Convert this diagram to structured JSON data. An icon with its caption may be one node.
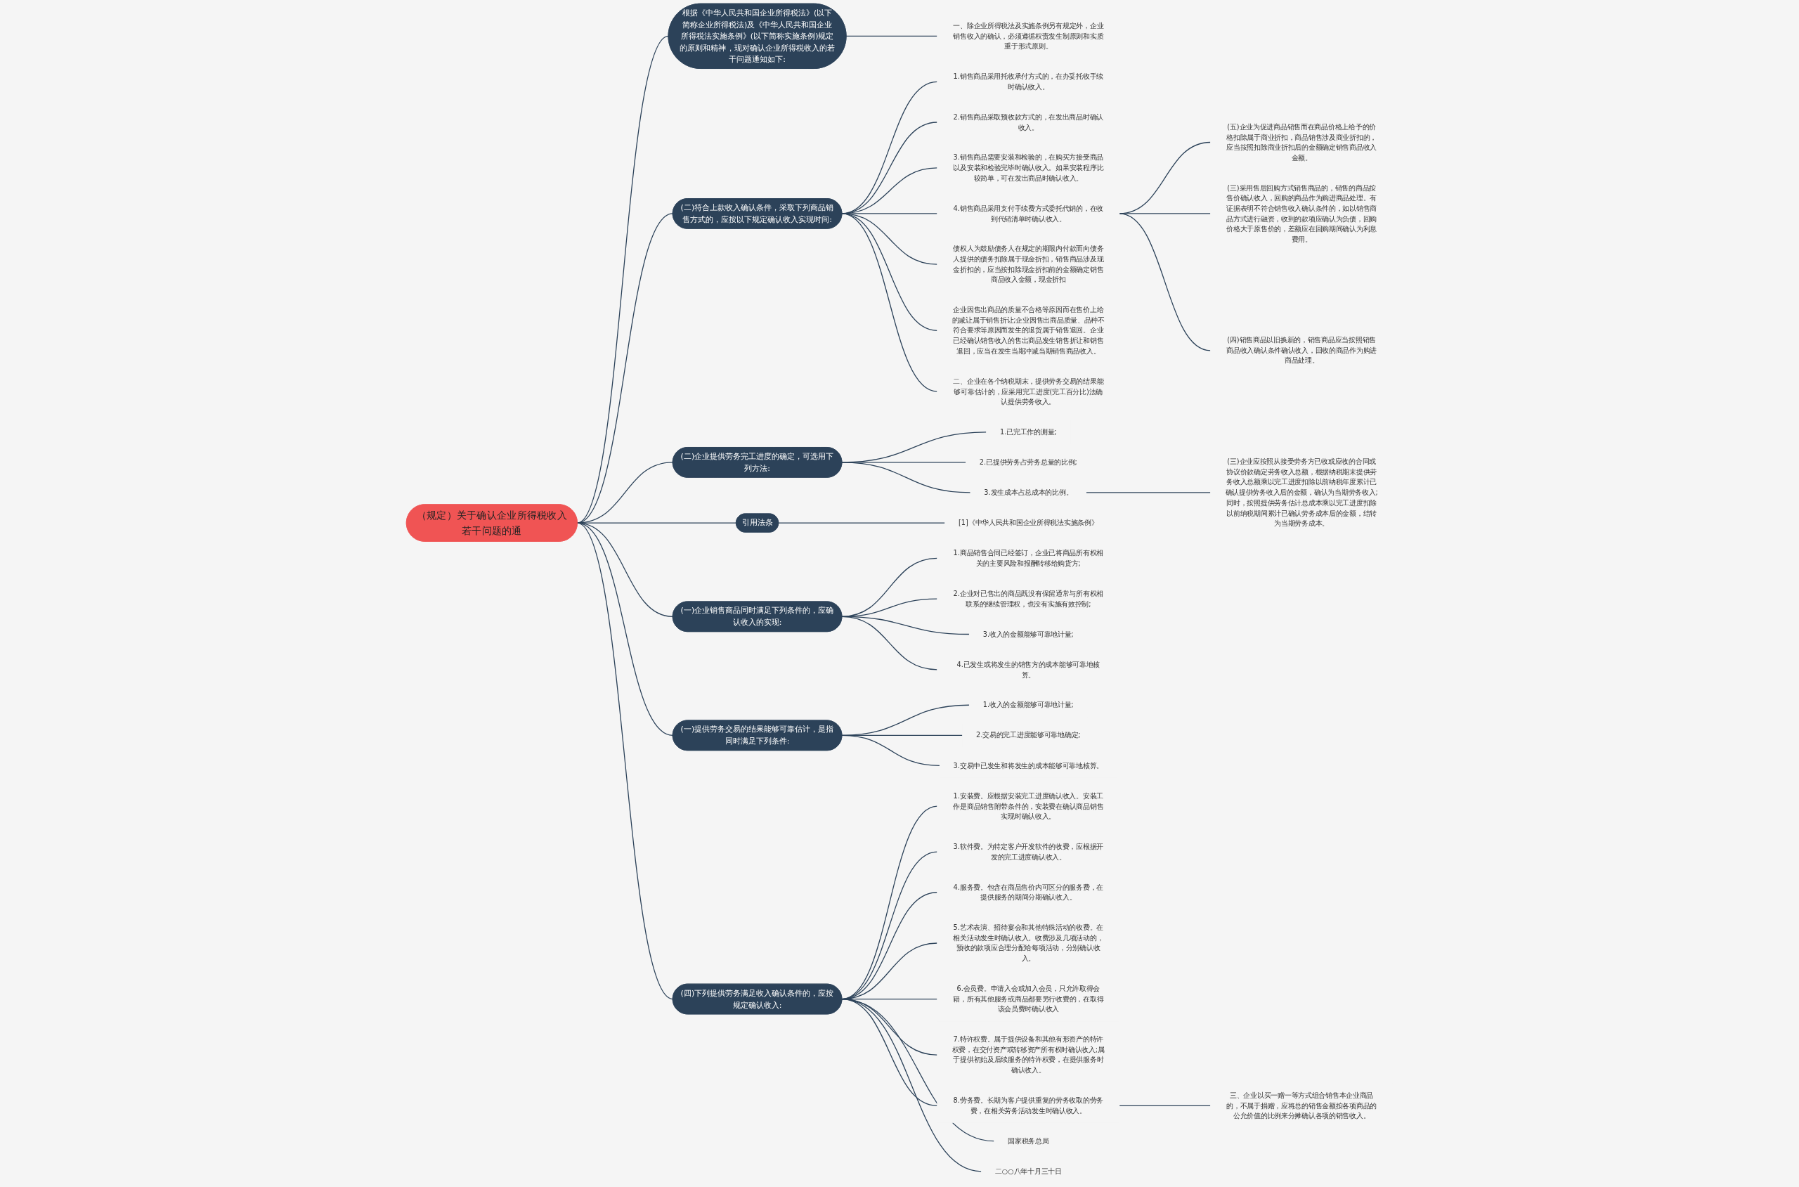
{
  "diagram": {
    "nodes": [
      {
        "text": [
          "（规定）关于确认企业所得税收入若干问题的通"
        ]
      },
      {
        "text": [
          "根据《中华人民共和国企业所得税法》(以下简称企业所得税法)及《中华人民共和国企业所得税法实施条例》(以下简称实施条例)规定的原则和精神，现对确认企业所得税收入的若干问题通知如下:"
        ]
      },
      {
        "text": [
          "一、除企业所得税法及实施条例另有规定外，企业销售收入的确认，必须遵循权责发生制原则和实质重于形式原则。"
        ]
      },
      {
        "text": [
          "(二)符合上款收入确认条件，采取下列商品销售方式的，应按以下规定确认收入实现时间:"
        ]
      },
      {
        "text": [
          "1.销售商品采用托收承付方式的，在办妥托收手续时确认收入。"
        ]
      },
      {
        "text": [
          "2.销售商品采取预收款方式的，在发出商品时确认收入。"
        ]
      },
      {
        "text": [
          "3.销售商品需要安装和检验的，在购买方接受商品以及安装和检验完毕时确认收入。如果安装程序比较简单，可在发出商品时确认收入。"
        ]
      },
      {
        "text": [
          "4.销售商品采用支付手续费方式委托代销的，在收到代销清单时确认收入。"
        ]
      },
      {
        "text": [
          "(五)企业为促进商品销售而在商品价格上给予的价格扣除属于商业折扣，商品销售涉及商业折扣的，应当按照扣除商业折扣后的金额确定销售商品收入金额。"
        ]
      },
      {
        "text": [
          "(三)采用售后回购方式销售商品的，销售的商品按售价确认收入，回购的商品作为购进商品处理。有证据表明不符合销售收入确认条件的，如以销售商品方式进行融资，收到的款项应确认为负债，回购价格大于原售价的，差额应在回购期间确认为利息费用。"
        ]
      },
      {
        "text": [
          "(四)销售商品以旧换新的，销售商品应当按照销售商品收入确认条件确认收入，回收的商品作为购进商品处理。"
        ]
      },
      {
        "text": [
          "债权人为鼓励债务人在规定的期限内付款而向债务人提供的债务扣除属于现金折扣，销售商品涉及现金折扣的，应当按扣除现金折扣前的金额确定销售商品收入金额，现金折扣"
        ]
      },
      {
        "text": [
          "企业因售出商品的质量不合格等原因而在售价上给的减让属于销售折让;企业因售出商品质量、品种不符合要求等原因而发生的退货属于销售退回。企业已经确认销售收入的售出商品发生销售折让和销售退回，应当在发生当期冲减当期销售商品收入。"
        ]
      },
      {
        "text": [
          "二、企业在各个纳税期末，提供劳务交易的结果能够可靠估计的，应采用完工进度(完工百分比)法确认提供劳务收入。"
        ]
      },
      {
        "text": [
          "(二)企业提供劳务完工进度的确定，可选用下列方法:"
        ]
      },
      {
        "text": [
          "1.已完工作的测量;"
        ]
      },
      {
        "text": [
          "2.已提供劳务占劳务总量的比例;"
        ]
      },
      {
        "text": [
          "3.发生成本占总成本的比例。"
        ]
      },
      {
        "text": [
          "(三)企业应按照从接受劳务方已收或应收的合同或协议价款确定劳务收入总额，根据纳税期末提供劳务收入总额乘以完工进度扣除以前纳税年度累计已确认提供劳务收入后的金额，确认为当期劳务收入;同时，按照提供劳务估计总成本乘以完工进度扣除以前纳税期间累计已确认劳务成本后的金额，结转为当期劳务成本。"
        ]
      },
      {
        "text": [
          "引用法条"
        ]
      },
      {
        "text": [
          "[1]《中华人民共和国企业所得税法实施条例》"
        ]
      },
      {
        "text": [
          "(一)企业销售商品同时满足下列条件的，应确认收入的实现:"
        ]
      },
      {
        "text": [
          "1.商品销售合同已经签订，企业已将商品所有权相关的主要风险和报酬转移给购货方;"
        ]
      },
      {
        "text": [
          "2.企业对已售出的商品既没有保留通常与所有权相联系的继续管理权，也没有实施有效控制;"
        ]
      },
      {
        "text": [
          "3.收入的金额能够可靠地计量;"
        ]
      },
      {
        "text": [
          "4.已发生或将发生的销售方的成本能够可靠地核算。"
        ]
      },
      {
        "text": [
          "(一)提供劳务交易的结果能够可靠估计，是指同时满足下列条件:"
        ]
      },
      {
        "text": [
          "1.收入的金额能够可靠地计量;"
        ]
      },
      {
        "text": [
          "2.交易的完工进度能够可靠地确定;"
        ]
      },
      {
        "text": [
          "3.交易中已发生和将发生的成本能够可靠地核算。"
        ]
      },
      {
        "text": [
          "(四)下列提供劳务满足收入确认条件的，应按规定确认收入:"
        ]
      },
      {
        "text": [
          "1.安装费。应根据安装完工进度确认收入。安装工作是商品销售附带条件的，安装费在确认商品销售实现时确认收入。"
        ]
      },
      {
        "text": [
          "3.软件费。为特定客户开发软件的收费，应根据开发的完工进度确认收入。"
        ]
      },
      {
        "text": [
          "4.服务费。包含在商品售价内可区分的服务费，在提供服务的期间分期确认收入。"
        ]
      },
      {
        "text": [
          "5.艺术表演、招待宴会和其他特殊活动的收费。在相关活动发生时确认收入。收费涉及几项活动的，预收的款项应合理分配给每项活动，分别确认收入。"
        ]
      },
      {
        "text": [
          "6.会员费。申请入会或加入会员，只允许取得会籍，所有其他服务或商品都要另行收费的，在取得该会员费时确认收入"
        ]
      },
      {
        "text": [
          "7.特许权费。属于提供设备和其他有形资产的特许权费，在交付资产或转移资产所有权时确认收入;属于提供初始及后续服务的特许权费，在提供服务时确认收入。"
        ]
      },
      {
        "text": [
          "8.劳务费。长期为客户提供重复的劳务收取的劳务费，在相关劳务活动发生时确认收入。"
        ]
      },
      {
        "text": [
          "三、企业以买一赠一等方式组合销售本企业商品的，不属于捐赠，应将总的销售金额按各项商品的公允价值的比例来分摊确认各项的销售收入。"
        ]
      },
      {
        "text": [
          "国家税务总局"
        ]
      },
      {
        "text": [
          "二○○八年十月三十日"
        ]
      }
    ],
    "edges": [
      {
        "from": 0,
        "to": 1,
        "arrow": "none"
      },
      {
        "from": 1,
        "to": 2,
        "arrow": "none"
      },
      {
        "from": 0,
        "to": 3,
        "arrow": "none"
      },
      {
        "from": 3,
        "to": 4,
        "arrow": "none"
      },
      {
        "from": 3,
        "to": 5,
        "arrow": "none"
      },
      {
        "from": 3,
        "to": 6,
        "arrow": "none"
      },
      {
        "from": 3,
        "to": 7,
        "arrow": "none"
      },
      {
        "from": 7,
        "to": 8,
        "arrow": "none"
      },
      {
        "from": 7,
        "to": 9,
        "arrow": "none"
      },
      {
        "from": 7,
        "to": 10,
        "arrow": "none"
      },
      {
        "from": 3,
        "to": 11,
        "arrow": "none"
      },
      {
        "from": 3,
        "to": 12,
        "arrow": "none"
      },
      {
        "from": 3,
        "to": 13,
        "arrow": "none"
      },
      {
        "from": 0,
        "to": 14,
        "arrow": "none"
      },
      {
        "from": 14,
        "to": 15,
        "arrow": "none"
      },
      {
        "from": 14,
        "to": 16,
        "arrow": "none"
      },
      {
        "from": 14,
        "to": 17,
        "arrow": "none"
      },
      {
        "from": 17,
        "to": 18,
        "arrow": "none"
      },
      {
        "from": 0,
        "to": 19,
        "arrow": "none"
      },
      {
        "from": 19,
        "to": 20,
        "arrow": "none"
      },
      {
        "from": 0,
        "to": 21,
        "arrow": "none"
      },
      {
        "from": 21,
        "to": 22,
        "arrow": "none"
      },
      {
        "from": 21,
        "to": 23,
        "arrow": "none"
      },
      {
        "from": 21,
        "to": 24,
        "arrow": "none"
      },
      {
        "from": 21,
        "to": 25,
        "arrow": "none"
      },
      {
        "from": 0,
        "to": 26,
        "arrow": "none"
      },
      {
        "from": 26,
        "to": 27,
        "arrow": "none"
      },
      {
        "from": 26,
        "to": 28,
        "arrow": "none"
      },
      {
        "from": 26,
        "to": 29,
        "arrow": "none"
      },
      {
        "from": 0,
        "to": 30,
        "arrow": "none"
      },
      {
        "from": 30,
        "to": 31,
        "arrow": "none"
      },
      {
        "from": 30,
        "to": 32,
        "arrow": "none"
      },
      {
        "from": 30,
        "to": 33,
        "arrow": "none"
      },
      {
        "from": 30,
        "to": 34,
        "arrow": "none"
      },
      {
        "from": 30,
        "to": 35,
        "arrow": "none"
      },
      {
        "from": 30,
        "to": 36,
        "arrow": "none"
      },
      {
        "from": 30,
        "to": 37,
        "arrow": "none"
      },
      {
        "from": 37,
        "to": 38,
        "arrow": "none"
      },
      {
        "from": 30,
        "to": 39,
        "arrow": "none"
      },
      {
        "from": 30,
        "to": 40,
        "arrow": "none"
      }
    ]
  }
}
